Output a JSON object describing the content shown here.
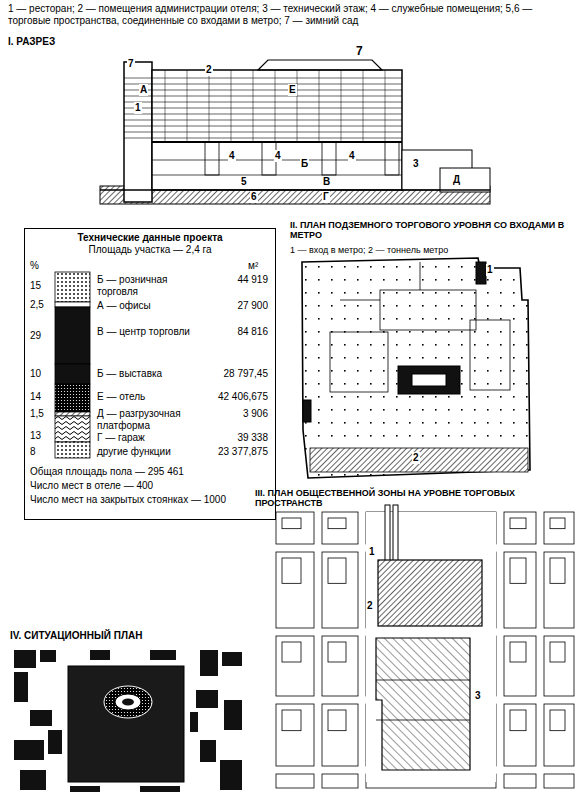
{
  "diagram": {
    "nodes": [
      {
        "text": [
          "Технические данные проекта",
          "Площадь участка — 2,4 га"
        ]
      }
    ],
    "labels": [
      "1 — ресторан; 2 — помещения администрации отеля; 3 — технический этаж; 4 — служебные помещения; 5,6 — торговые пространства, соединенные со входами в метро; 7 — зимний сад",
      "I. РАЗРЕЗ",
      "7",
      "2",
      "А",
      "Е",
      "7",
      "1",
      "4",
      "4",
      "Б",
      "4",
      "5",
      "В",
      "3",
      "Д",
      "6",
      "Г",
      "%",
      "м²",
      "15",
      "Б — розничная торговля",
      "44 919",
      "2,5",
      "А — офисы",
      "27 900",
      "29",
      "В — центр торговли",
      "84 816",
      "10",
      "Б — выставка",
      "28 797,45",
      "14",
      "Е — отель",
      "42 406,675",
      "1,5",
      "Д — разгрузочная платформа",
      "3 906",
      "13",
      "Г — гараж",
      "39 338",
      "8",
      "другие функции",
      "23 377,875",
      "Общая площадь пола — 295 461",
      "Число мест в отеле — 400",
      "Число мест на закрытых стоянках — 1000",
      "II. ПЛАН ПОДЗЕМНОГО ТОРГОВОГО УРОВНЯ СО ВХОДАМИ В МЕТРО",
      "1 — вход в метро; 2 — тоннель метро",
      "1",
      "2",
      "III. ПЛАН ОБЩЕСТВЕННОЙ ЗОНЫ НА УРОВНЕ ТОРГОВЫХ ПРОСТРАНСТВ",
      "1",
      "2",
      "3",
      "IV. СИТУАЦИОННЫЙ ПЛАН"
    ]
  }
}
